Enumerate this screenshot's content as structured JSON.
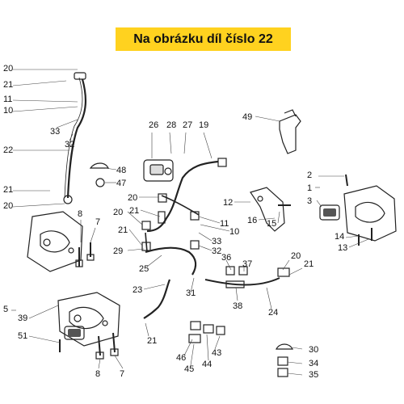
{
  "header": {
    "title": "Na obrázku díl číslo 22",
    "bg_color": "#ffd21f"
  },
  "callouts": [
    "20",
    "21",
    "11",
    "10",
    "33",
    "32",
    "22",
    "21",
    "20",
    "26",
    "28",
    "27",
    "19",
    "48",
    "47",
    "20",
    "21",
    "20",
    "21",
    "49",
    "2",
    "1",
    "3",
    "12",
    "16",
    "15",
    "14",
    "13",
    "11",
    "10",
    "33",
    "32",
    "20",
    "29",
    "25",
    "36",
    "37",
    "20",
    "21",
    "8",
    "7",
    "23",
    "31",
    "38",
    "24",
    "5",
    "39",
    "51",
    "21",
    "8",
    "7",
    "46",
    "45",
    "44",
    "43",
    "30",
    "34",
    "35"
  ]
}
